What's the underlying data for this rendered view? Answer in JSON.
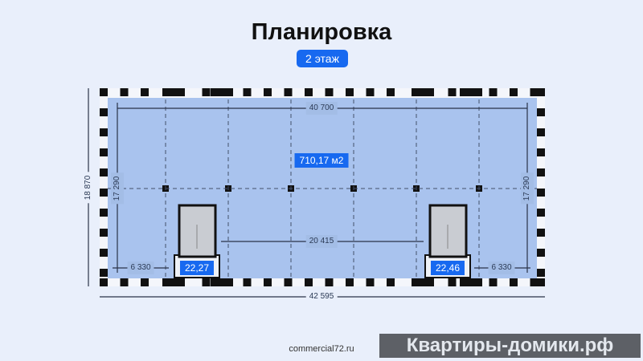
{
  "title": "Планировка",
  "floor_badge": "2 этаж",
  "plan": {
    "total_area": "710,17 м2",
    "width_inner": "40 700",
    "width_outer": "42 595",
    "height_inner_left": "17 290",
    "height_inner_right": "17 290",
    "height_outer": "18 870",
    "between_elevators": "20 415",
    "left_offset": "6 330",
    "right_offset": "6 330",
    "left_elevator_area": "22,27",
    "right_elevator_area": "22,46"
  },
  "footer": "commercial72.ru",
  "watermark": "Квартиры-домики.рф",
  "colors": {
    "accent": "#1769f0",
    "floor": "#a9c3ee",
    "wall": "#111111"
  }
}
